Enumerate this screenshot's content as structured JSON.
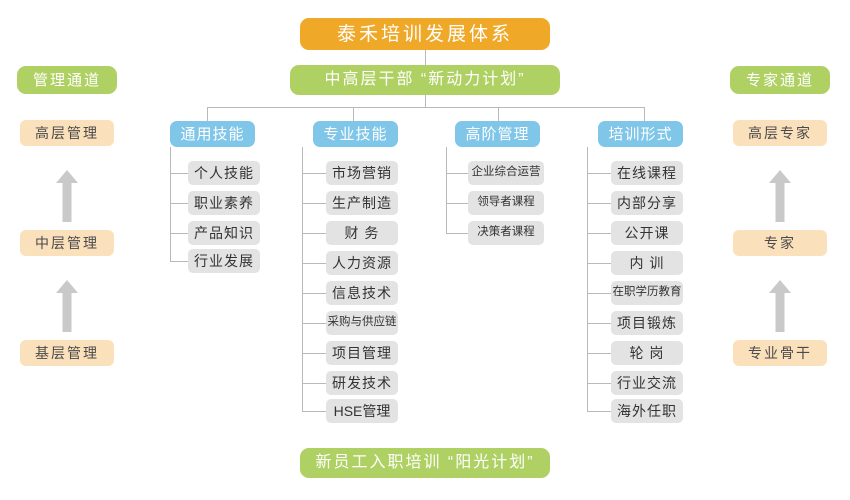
{
  "diagram": {
    "title": "泰禾培训发展体系",
    "subtitle": "中高层干部 “新动力计划”",
    "footer": "新员工入职培训 “阳光计划”",
    "colors": {
      "title_orange": "#F0A828",
      "green": "#AFD163",
      "peach": "#FBE0BC",
      "category_blue": "#7FC6E8",
      "item_gray": "#E3E3E3",
      "line_gray": "#B9B9B9",
      "arrow_gray": "#C9C9C9"
    }
  },
  "left_track": {
    "header": "管理通道",
    "levels": [
      "高层管理",
      "中层管理",
      "基层管理"
    ]
  },
  "right_track": {
    "header": "专家通道",
    "levels": [
      "高层专家",
      "专家",
      "专业骨干"
    ]
  },
  "categories": [
    {
      "name": "通用技能",
      "items": [
        "个人技能",
        "职业素养",
        "产品知识",
        "行业发展"
      ]
    },
    {
      "name": "专业技能",
      "items": [
        "市场营销",
        "生产制造",
        "财 务",
        "人力资源",
        "信息技术",
        "采购与供应链",
        "项目管理",
        "研发技术",
        "HSE管理"
      ]
    },
    {
      "name": "高阶管理",
      "items": [
        "企业综合运营",
        "领导者课程",
        "决策者课程"
      ]
    },
    {
      "name": "培训形式",
      "items": [
        "在线课程",
        "内部分享",
        "公开课",
        "内 训",
        "在职学历教育",
        "项目锻炼",
        "轮 岗",
        "行业交流",
        "海外任职"
      ]
    }
  ]
}
